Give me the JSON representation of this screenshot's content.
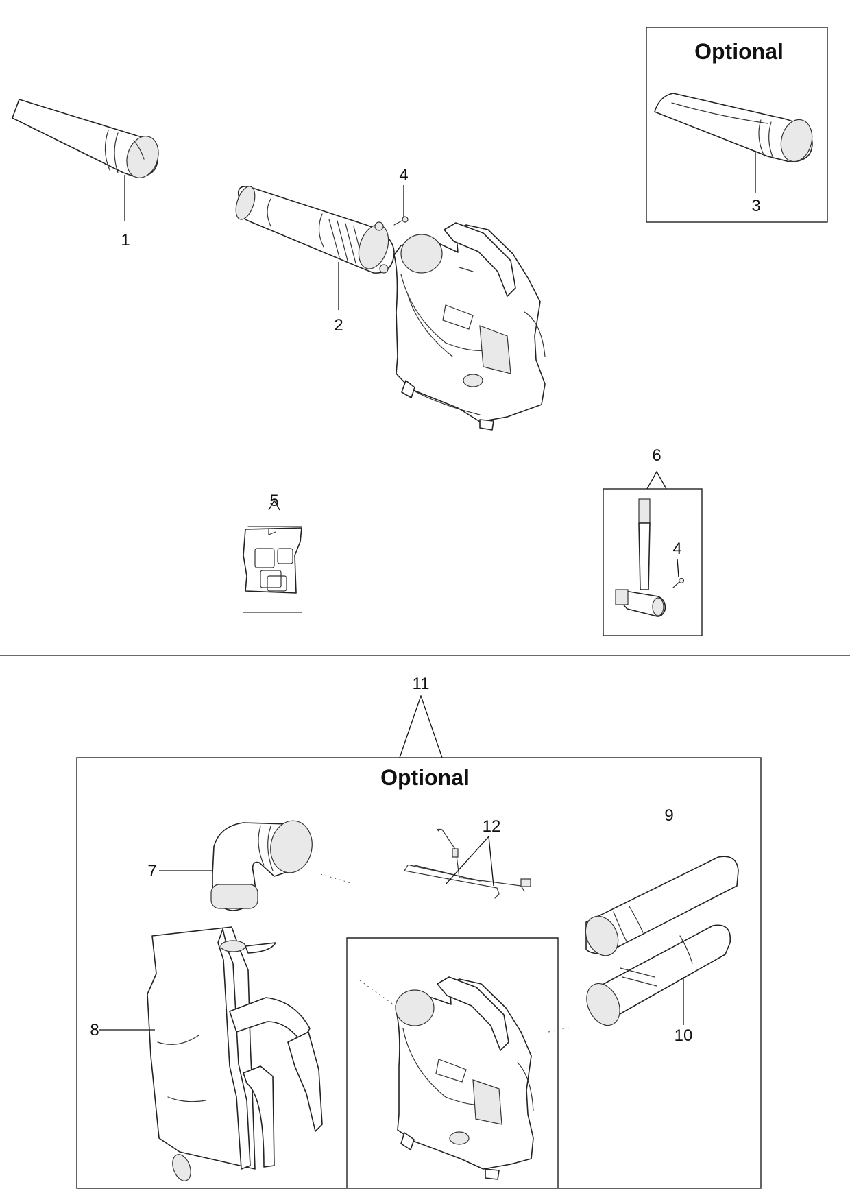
{
  "callouts": {
    "c1": "1",
    "c2": "2",
    "c3": "3",
    "c4a": "4",
    "c4b": "4",
    "c5": "5",
    "c6": "6",
    "c7": "7",
    "c8": "8",
    "c9": "9",
    "c10": "10",
    "c11": "11",
    "c12": "12"
  },
  "boxes": {
    "top_optional": "Optional",
    "bottom_optional": "Optional"
  }
}
